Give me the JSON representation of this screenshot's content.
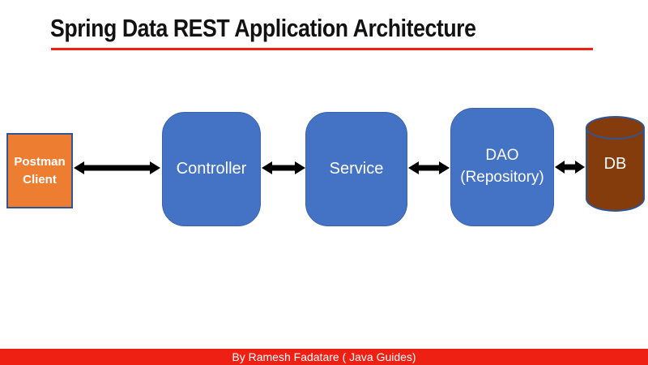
{
  "title": "Spring Data REST Application Architecture",
  "footer": "By Ramesh Fadatare ( Java Guides)",
  "nodes": {
    "postman": {
      "line1": "Postman",
      "line2": "Client"
    },
    "controller": {
      "label": "Controller"
    },
    "service": {
      "label": "Service"
    },
    "dao": {
      "line1": "DAO",
      "line2": "(Repository)"
    },
    "db": {
      "label": "DB"
    }
  },
  "connectors": [
    {
      "from": "Postman Client",
      "to": "Controller",
      "type": "double-headed-arrow"
    },
    {
      "from": "Controller",
      "to": "Service",
      "type": "double-headed-arrow"
    },
    {
      "from": "Service",
      "to": "DAO (Repository)",
      "type": "double-headed-arrow"
    },
    {
      "from": "DAO (Repository)",
      "to": "DB",
      "type": "double-headed-arrow"
    }
  ],
  "colors": {
    "title_text": "#121212",
    "accent_red": "#EE2014",
    "box_blue": "#4472C4",
    "box_orange": "#ED7D31",
    "border_navy": "#2F5597",
    "cylinder_brown": "#843C0C",
    "arrow_black": "#000000",
    "node_text": "#FFFFFF"
  }
}
